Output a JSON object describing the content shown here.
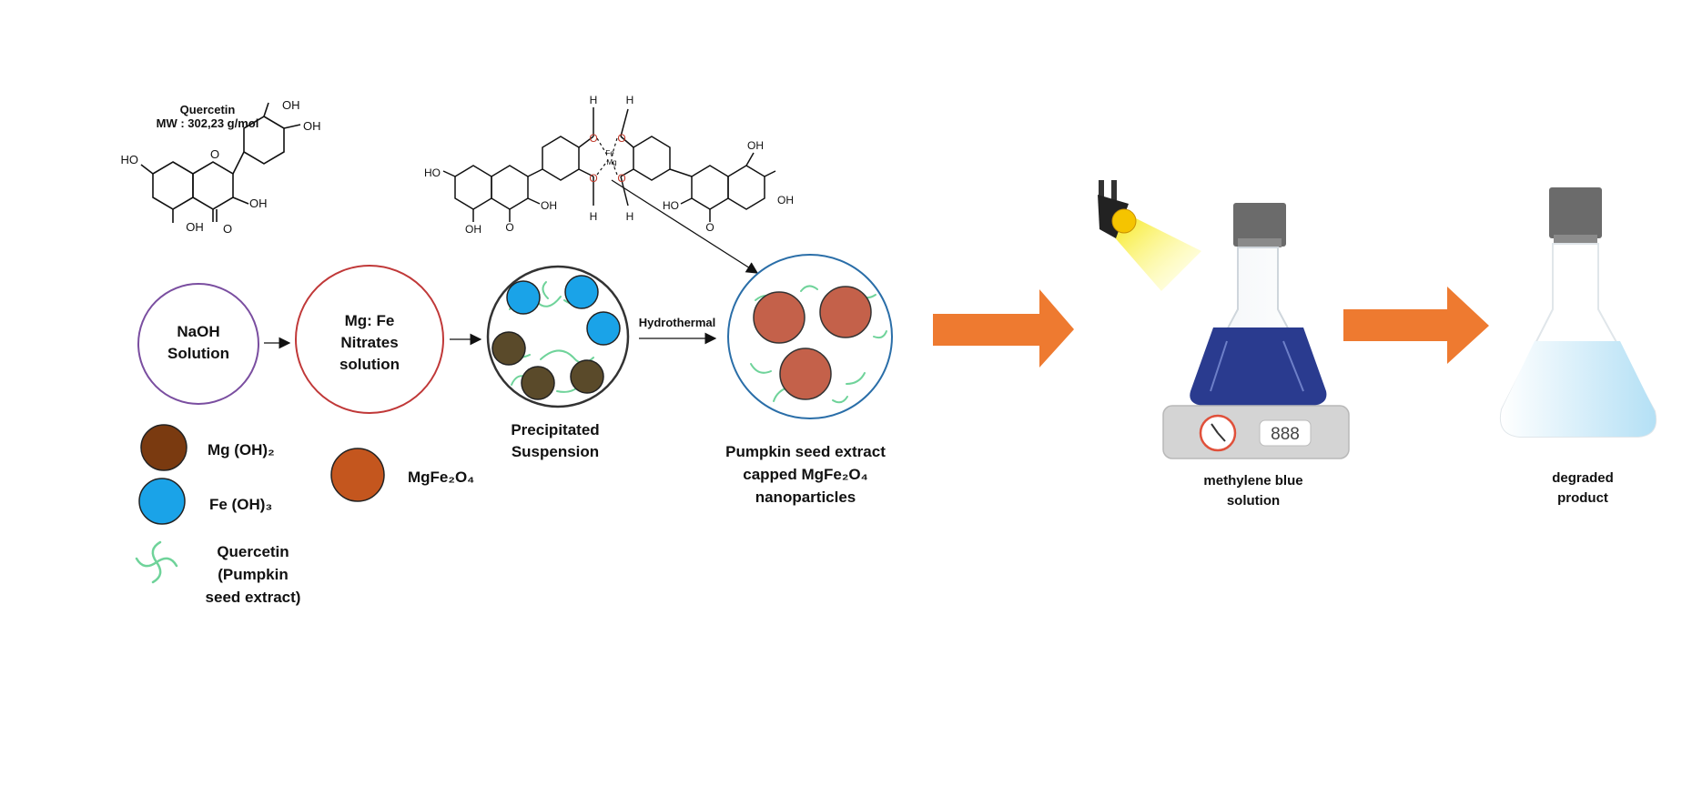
{
  "quercetin_structure": {
    "name": "Quercetin",
    "mw": "MW : 302,23 g/mol",
    "substituents": [
      "OH",
      "OH",
      "HO",
      "OH",
      "OH",
      "O",
      "O"
    ]
  },
  "complex_structure": {
    "metals": [
      "Fe",
      "Mg"
    ],
    "atoms": [
      "H",
      "H",
      "H",
      "H",
      "O",
      "O",
      "O",
      "O",
      "HO",
      "OH",
      "HO",
      "OH",
      "OH",
      "OH",
      "O",
      "O"
    ]
  },
  "steps": {
    "naoh": [
      "NaOH",
      "Solution"
    ],
    "nitrates": [
      "Mg: Fe",
      "Nitrates",
      "solution"
    ],
    "precipitated": [
      "Precipitated",
      "Suspension"
    ],
    "hydrothermal": "Hydrothermal",
    "nanoparticles": [
      "Pumpkin seed extract",
      "capped MgFe₂O₄",
      "nanoparticles"
    ]
  },
  "legend": {
    "mgoh2": "Mg (OH)₂",
    "feoh3": "Fe (OH)₃",
    "quercetin": [
      "Quercetin",
      "(Pumpkin",
      "seed extract)"
    ],
    "mgfe2o4": "MgFe₂O₄"
  },
  "photocatalysis": {
    "display": "888",
    "mb_label": [
      "methylene blue",
      "solution"
    ],
    "degraded_label": [
      "degraded",
      "product"
    ]
  },
  "colors": {
    "mg_oh2": "#7a3a10",
    "fe_oh3": "#1aa3e8",
    "mgfe2o4": "#c4561e",
    "quercetin_strand": "#6fd39a",
    "arrow": "#ee7a30",
    "methylene_blue": "#2a3b8f"
  }
}
